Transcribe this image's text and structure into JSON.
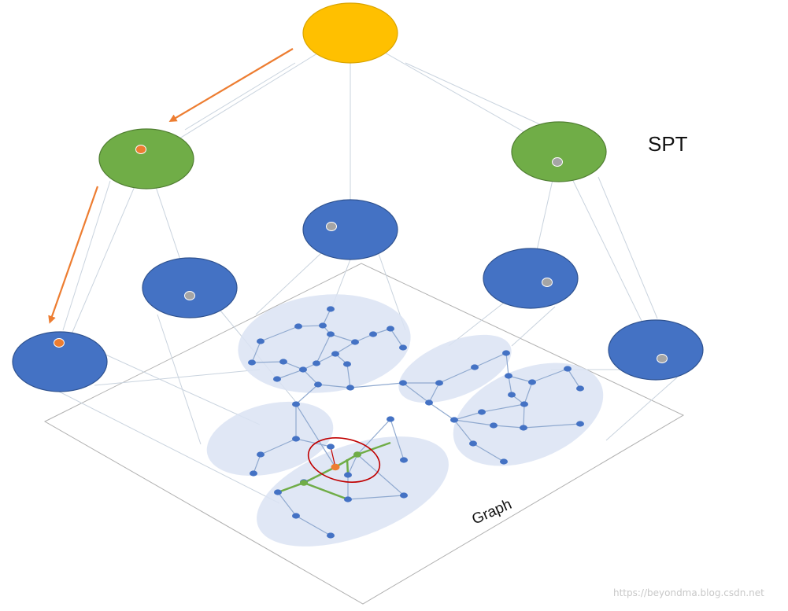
{
  "labels": {
    "spt": "SPT",
    "graph": "Graph",
    "watermark": "https://beyondma.blog.csdn.net"
  },
  "colors": {
    "root_node": "#FFC000",
    "root_stroke": "#D9A400",
    "mid_node": "#70AD47",
    "mid_stroke": "#507E32",
    "leaf_node": "#4472C4",
    "leaf_stroke": "#2F528F",
    "active_marker": "#ED7D31",
    "inactive_marker": "#A5A5A5",
    "path_arrow": "#ED7D31",
    "cluster_fill": "#DAE3F3",
    "graph_node": "#4472C4",
    "graph_edge": "#8FA9CF",
    "highlight_edge": "#70AD47",
    "focus_ring": "#C00000",
    "connector": "#C9D3DE",
    "plane_border": "#B0B0B0"
  }
}
